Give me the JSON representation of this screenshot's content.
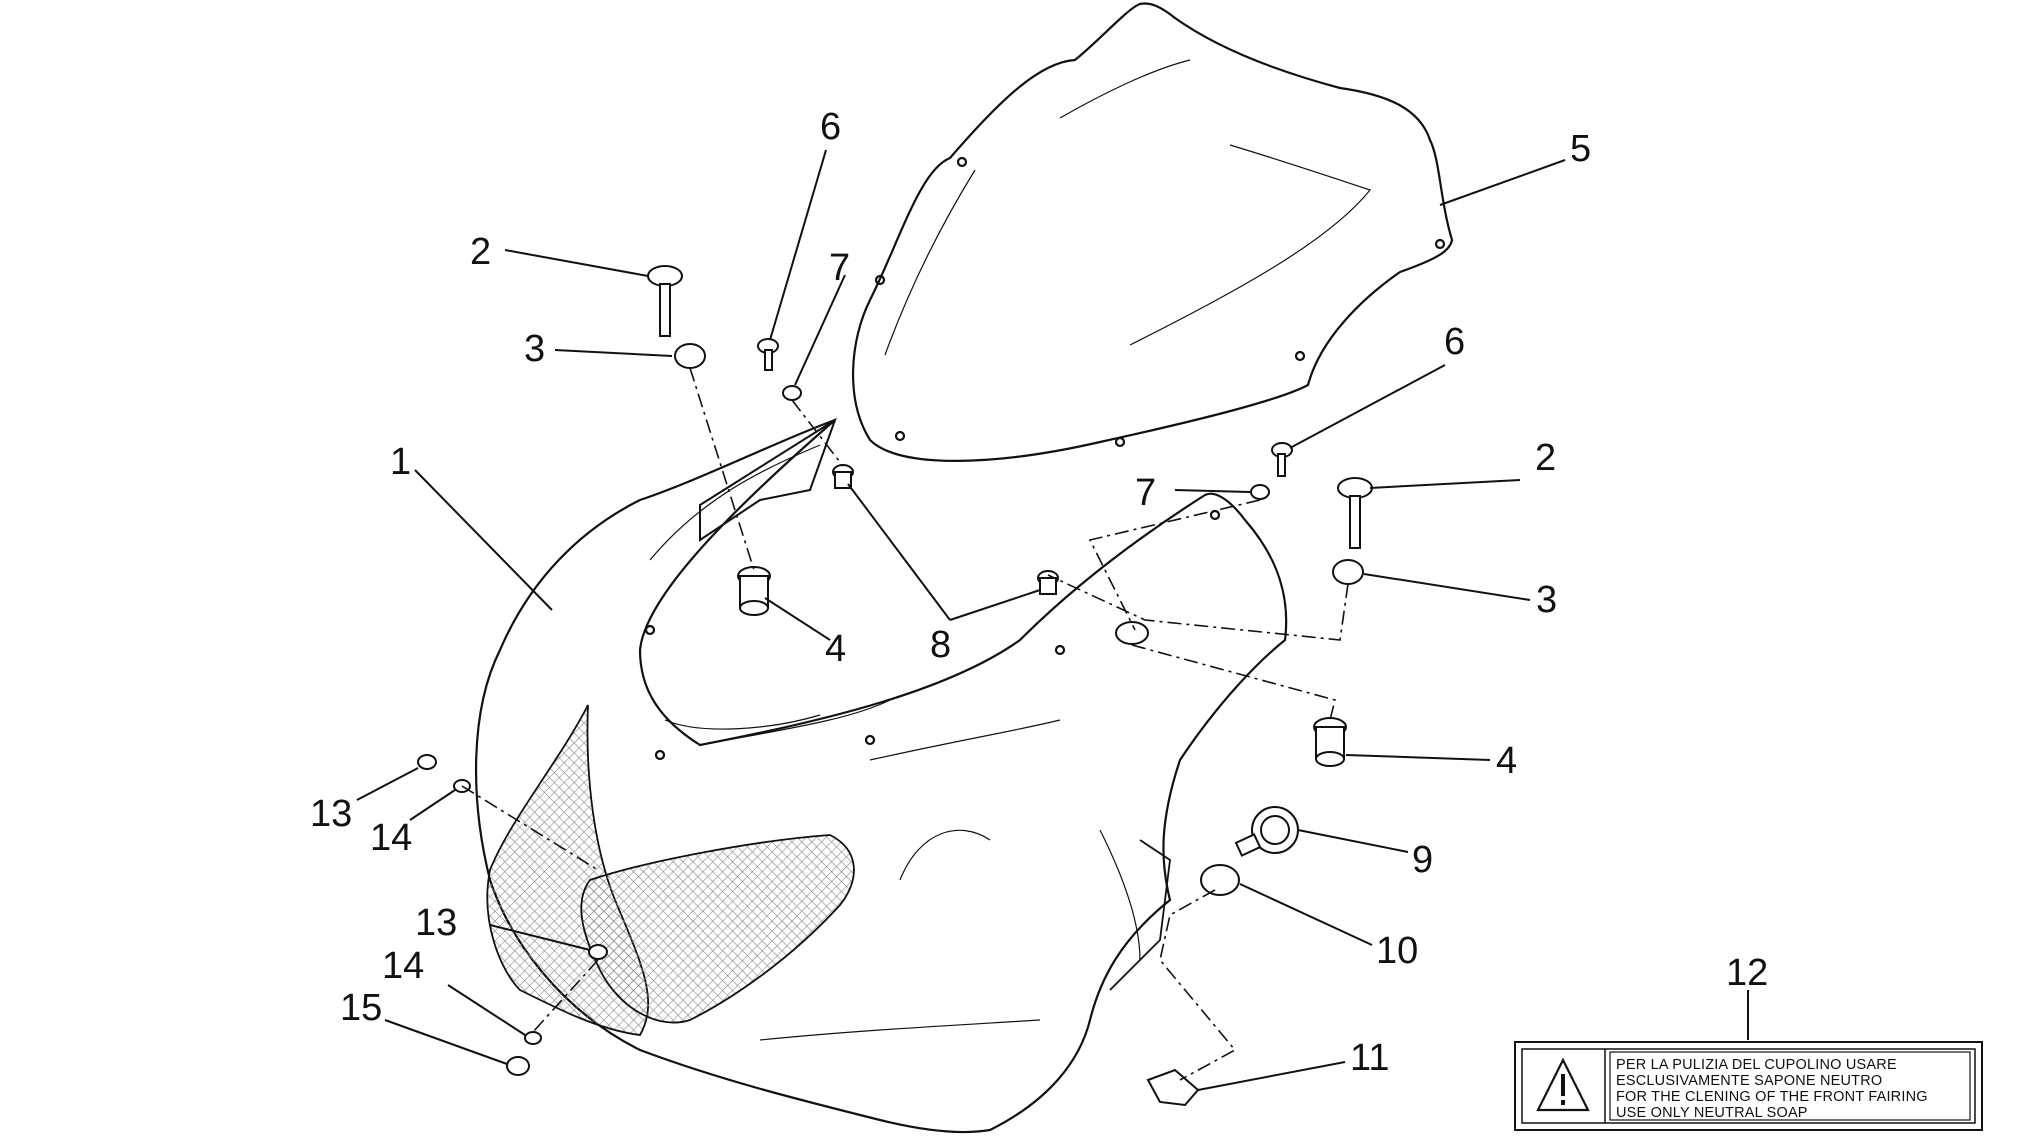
{
  "diagram": {
    "callouts": [
      {
        "id": "c1",
        "label": "1"
      },
      {
        "id": "c2a",
        "label": "2"
      },
      {
        "id": "c2b",
        "label": "2"
      },
      {
        "id": "c3a",
        "label": "3"
      },
      {
        "id": "c3b",
        "label": "3"
      },
      {
        "id": "c4a",
        "label": "4"
      },
      {
        "id": "c4b",
        "label": "4"
      },
      {
        "id": "c5",
        "label": "5"
      },
      {
        "id": "c6a",
        "label": "6"
      },
      {
        "id": "c6b",
        "label": "6"
      },
      {
        "id": "c7a",
        "label": "7"
      },
      {
        "id": "c7b",
        "label": "7"
      },
      {
        "id": "c8",
        "label": "8"
      },
      {
        "id": "c9",
        "label": "9"
      },
      {
        "id": "c10",
        "label": "10"
      },
      {
        "id": "c11",
        "label": "11"
      },
      {
        "id": "c12",
        "label": "12"
      },
      {
        "id": "c13a",
        "label": "13"
      },
      {
        "id": "c13b",
        "label": "13"
      },
      {
        "id": "c14a",
        "label": "14"
      },
      {
        "id": "c14b",
        "label": "14"
      },
      {
        "id": "c15",
        "label": "15"
      }
    ],
    "warning_label": {
      "icon": "warning-triangle-icon",
      "lines": [
        "PER LA PULIZIA DEL CUPOLINO USARE",
        "ESCLUSIVAMENTE SAPONE NEUTRO",
        "FOR THE CLENING OF THE FRONT FAIRING",
        "USE ONLY NEUTRAL SOAP"
      ]
    },
    "colors": {
      "line": "#111111",
      "mesh": "#9a9a9a",
      "background": "#ffffff"
    }
  }
}
